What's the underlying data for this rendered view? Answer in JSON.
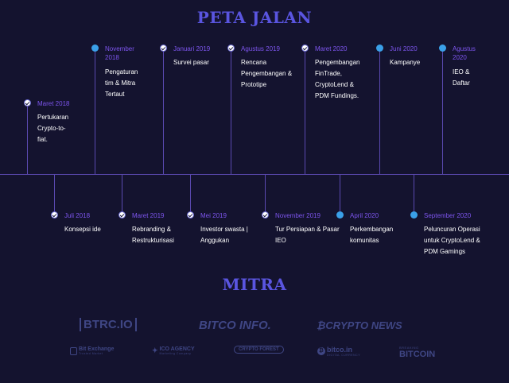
{
  "roadmap": {
    "title": "PETA JALAN",
    "items": [
      {
        "date": "Maret 2018",
        "desc": "Pertukaran Crypto-to-fiat.",
        "status": "done"
      },
      {
        "date": "Juli 2018",
        "desc": "Konsepsi ide",
        "status": "done"
      },
      {
        "date": "November 2018",
        "desc": "Pengaturan tim & Mitra Tertaut",
        "status": "upcoming"
      },
      {
        "date": "Maret 2019",
        "desc": "Rebranding & Restrukturisasi",
        "status": "done"
      },
      {
        "date": "Januari 2019",
        "desc": "Survei pasar",
        "status": "done"
      },
      {
        "date": "Mei 2019",
        "desc": "Investor swasta | Anggukan",
        "status": "done"
      },
      {
        "date": "Agustus 2019",
        "desc": "Rencana Pengembangan & Prototipe",
        "status": "done"
      },
      {
        "date": "November 2019",
        "desc": "Tur Persiapan & Pasar IEO",
        "status": "done"
      },
      {
        "date": "Maret 2020",
        "desc": "Pengembangan FinTrade, CryptoLend & PDM Fundings.",
        "status": "done"
      },
      {
        "date": "April 2020",
        "desc": "Perkembangan komunitas",
        "status": "upcoming"
      },
      {
        "date": "Juni 2020",
        "desc": "Kampanye",
        "status": "upcoming"
      },
      {
        "date": "September 2020",
        "desc": "Peluncuran Operasi untuk CryptoLend & PDM Gamings",
        "status": "upcoming"
      },
      {
        "date": "Agustus 2020",
        "desc": "IEO & Daftar",
        "status": "upcoming"
      }
    ]
  },
  "partners": {
    "title": "MITRA",
    "logos": [
      {
        "name": "BTRC.IO"
      },
      {
        "name": "BITCO INFO."
      },
      {
        "name": "CRYPTO NEWS"
      },
      {
        "name": "Bit Exchange",
        "sub": "Trusted Market"
      },
      {
        "name": "ICO AGENCY",
        "sub": "Marketing Company"
      },
      {
        "name": "CRYPTO FOREST"
      },
      {
        "name": "bitco.in",
        "sub": "DIGITAL CURRENCY"
      },
      {
        "name": "BITCOIN",
        "sub": "BREAKING"
      }
    ]
  },
  "colors": {
    "background": "#14132f",
    "accent": "#5a55e0",
    "date": "#7d55ee",
    "dot": "#3aa0e8",
    "logo": "#3f4684"
  },
  "icons": {
    "done": "check-circle-icon",
    "upcoming": "dot-icon"
  }
}
